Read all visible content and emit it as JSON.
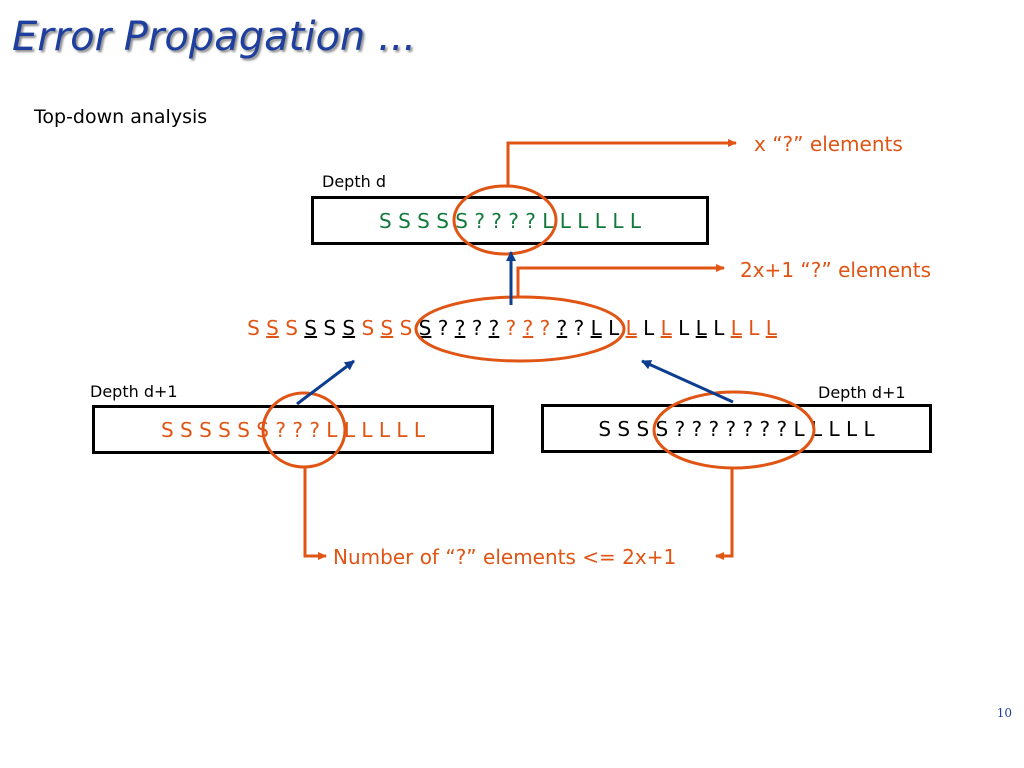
{
  "title": "Error Propagation ...",
  "subtitle": "Top-down analysis",
  "depth_top_label": "Depth d",
  "depth_left_label": "Depth d+1",
  "depth_right_label": "Depth d+1",
  "annotations": {
    "top": "x “?” elements",
    "middle": "2x+1 “?” elements",
    "bottom": "Number of “?” elements <= 2x+1"
  },
  "top_box": {
    "tokens": [
      {
        "t": "S",
        "c": "green"
      },
      {
        "t": "S",
        "c": "green"
      },
      {
        "t": "S",
        "c": "green"
      },
      {
        "t": "S",
        "c": "green"
      },
      {
        "t": "S",
        "c": "green"
      },
      {
        "t": "?",
        "c": "green"
      },
      {
        "t": "?",
        "c": "green"
      },
      {
        "t": "?",
        "c": "green"
      },
      {
        "t": "?",
        "c": "green"
      },
      {
        "t": "L",
        "c": "green"
      },
      {
        "t": "L",
        "c": "green"
      },
      {
        "t": "L",
        "c": "green"
      },
      {
        "t": "L",
        "c": "green"
      },
      {
        "t": "L",
        "c": "green"
      },
      {
        "t": "L",
        "c": "green"
      }
    ]
  },
  "middle_row": {
    "tokens": [
      {
        "t": "S",
        "c": "orange",
        "u": false
      },
      {
        "t": "S",
        "c": "orange",
        "u": true
      },
      {
        "t": "S",
        "c": "orange",
        "u": false
      },
      {
        "t": "S",
        "c": "black",
        "u": true
      },
      {
        "t": "S",
        "c": "black",
        "u": false
      },
      {
        "t": "S",
        "c": "black",
        "u": true
      },
      {
        "t": "S",
        "c": "orange",
        "u": false
      },
      {
        "t": "S",
        "c": "orange",
        "u": true
      },
      {
        "t": "S",
        "c": "orange",
        "u": false
      },
      {
        "t": "S",
        "c": "black",
        "u": true
      },
      {
        "t": "?",
        "c": "black",
        "u": false
      },
      {
        "t": "?",
        "c": "black",
        "u": true
      },
      {
        "t": "?",
        "c": "black",
        "u": false
      },
      {
        "t": "?",
        "c": "black",
        "u": true
      },
      {
        "t": "?",
        "c": "orange",
        "u": false
      },
      {
        "t": "?",
        "c": "orange",
        "u": true
      },
      {
        "t": "?",
        "c": "orange",
        "u": false
      },
      {
        "t": "?",
        "c": "black",
        "u": true
      },
      {
        "t": "?",
        "c": "black",
        "u": false
      },
      {
        "t": "L",
        "c": "black",
        "u": true
      },
      {
        "t": "L",
        "c": "black",
        "u": false
      },
      {
        "t": "L",
        "c": "orange",
        "u": true
      },
      {
        "t": "L",
        "c": "black",
        "u": false
      },
      {
        "t": "L",
        "c": "orange",
        "u": true
      },
      {
        "t": "L",
        "c": "black",
        "u": false
      },
      {
        "t": "L",
        "c": "black",
        "u": true
      },
      {
        "t": "L",
        "c": "black",
        "u": false
      },
      {
        "t": "L",
        "c": "orange",
        "u": true
      },
      {
        "t": "L",
        "c": "orange",
        "u": false
      },
      {
        "t": "L",
        "c": "orange",
        "u": true
      }
    ]
  },
  "left_box": {
    "tokens": [
      {
        "t": "S",
        "c": "orange"
      },
      {
        "t": "S",
        "c": "orange"
      },
      {
        "t": "S",
        "c": "orange"
      },
      {
        "t": "S",
        "c": "orange"
      },
      {
        "t": "S",
        "c": "orange"
      },
      {
        "t": "S",
        "c": "orange"
      },
      {
        "t": "?",
        "c": "orange"
      },
      {
        "t": "?",
        "c": "orange"
      },
      {
        "t": "?",
        "c": "orange"
      },
      {
        "t": "L",
        "c": "orange"
      },
      {
        "t": "L",
        "c": "orange"
      },
      {
        "t": "L",
        "c": "orange"
      },
      {
        "t": "L",
        "c": "orange"
      },
      {
        "t": "L",
        "c": "orange"
      },
      {
        "t": "L",
        "c": "orange"
      }
    ]
  },
  "right_box": {
    "tokens": [
      {
        "t": "S",
        "c": "black"
      },
      {
        "t": "S",
        "c": "black"
      },
      {
        "t": "S",
        "c": "black"
      },
      {
        "t": "S",
        "c": "black"
      },
      {
        "t": "?",
        "c": "black"
      },
      {
        "t": "?",
        "c": "black"
      },
      {
        "t": "?",
        "c": "black"
      },
      {
        "t": "?",
        "c": "black"
      },
      {
        "t": "?",
        "c": "black"
      },
      {
        "t": "?",
        "c": "black"
      },
      {
        "t": "?",
        "c": "black"
      },
      {
        "t": "L",
        "c": "black"
      },
      {
        "t": "L",
        "c": "black"
      },
      {
        "t": "L",
        "c": "black"
      },
      {
        "t": "L",
        "c": "black"
      },
      {
        "t": "L",
        "c": "black"
      }
    ]
  },
  "page_number": "10"
}
